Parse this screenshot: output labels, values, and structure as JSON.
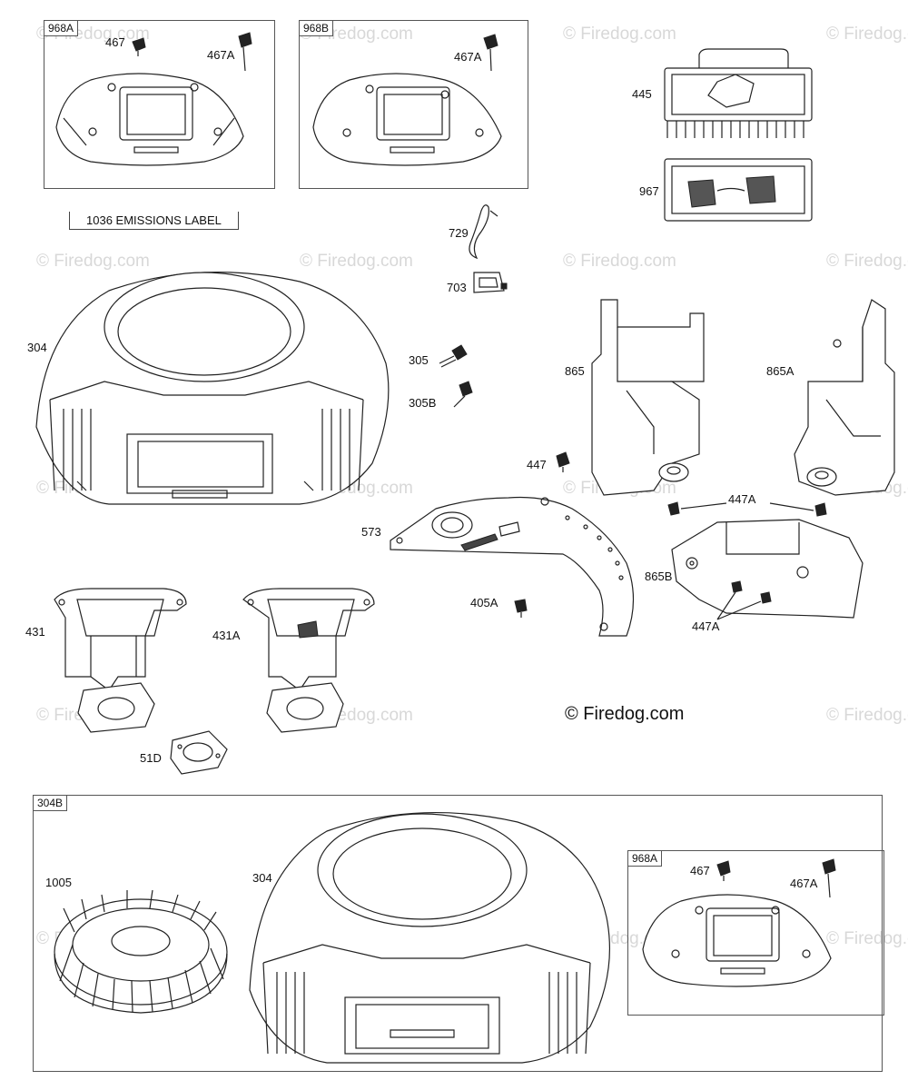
{
  "watermark": "© Firedog.com",
  "copyright": "© Firedog.com",
  "emissions_label": "1036 EMISSIONS LABEL",
  "boxes": {
    "box_968A_top": "968A",
    "box_968B": "968B",
    "box_304B": "304B",
    "box_968A_bottom": "968A"
  },
  "labels": {
    "p467_top": "467",
    "p467A_top": "467A",
    "p467A_b": "467A",
    "p445": "445",
    "p967": "967",
    "p729": "729",
    "p703": "703",
    "p304": "304",
    "p305": "305",
    "p305B": "305B",
    "p865": "865",
    "p865A": "865A",
    "p447": "447",
    "p447A_top": "447A",
    "p573": "573",
    "p865B": "865B",
    "p405A": "405A",
    "p447A_bottom": "447A",
    "p431": "431",
    "p431A": "431A",
    "p51D": "51D",
    "p1005": "1005",
    "p304_b": "304",
    "p467_bottom": "467",
    "p467A_bottom": "467A"
  }
}
